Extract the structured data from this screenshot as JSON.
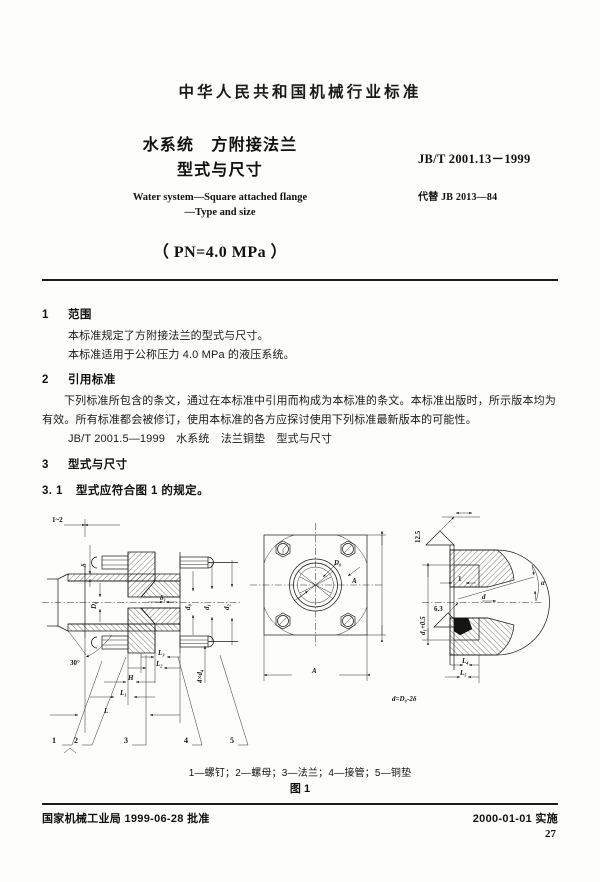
{
  "header": {
    "organization": "中华人民共和国机械行业标准",
    "title_line1": "水系统　方附接法兰",
    "title_line2": "型式与尺寸",
    "standard_number": "JB/T  2001.13－1999",
    "replaces": "代替 JB 2013—84",
    "title_en_line1": "Water system—Square attached flange",
    "title_en_line2": "—Type and size",
    "pressure_rating": "（ PN=4.0 MPa ）"
  },
  "sections": {
    "s1": {
      "num": "1",
      "title": "范围"
    },
    "s1_p1": "本标准规定了方附接法兰的型式与尺寸。",
    "s1_p2": "本标准适用于公称压力 4.0 MPa 的液压系统。",
    "s2": {
      "num": "2",
      "title": "引用标准"
    },
    "s2_p1": "下列标准所包含的条文，通过在本标准中引用而构成为本标准的条文。本标准出版时，所示版本均为有效。所有标准都会被修订，使用本标准的各方应探讨使用下列标准最新版本的可能性。",
    "s2_ref": "JB/T  2001.5—1999　水系统　法兰铜垫　型式与尺寸",
    "s3": {
      "num": "3",
      "title": "型式与尺寸"
    },
    "s3_1": {
      "num": "3. 1",
      "text": "型式应符合图 1 的规定。"
    }
  },
  "figure": {
    "caption_legend": "1—螺钉；2—螺母；3—法兰；4—接管；5—铜垫",
    "caption_number": "图 1",
    "note_right": "d=D₀-2δ",
    "callouts": [
      "1",
      "2",
      "3",
      "4",
      "5"
    ],
    "dims_left": {
      "gap": "1~2",
      "wall": "δ",
      "bore": "D₀",
      "flange_thk": "δ₁",
      "bolt_circle": "d₀",
      "d1": "d₁",
      "d2": "d₂",
      "bolt_count": "4×d₄",
      "chamfer_angle": "30°",
      "L3": "L₃",
      "L2": "L₂",
      "H": "H",
      "L1": "L₁",
      "L": "L"
    },
    "dims_mid": {
      "bore": "D₀",
      "across": "A",
      "side": "A"
    },
    "dims_right": {
      "rough_top": "12.5",
      "rough_mid": "6.3",
      "seat_dia": "d₁+0.5",
      "seat_depth": "1",
      "d_label": "d",
      "angle": "α",
      "L4": "L₄",
      "L5": "L₅"
    }
  },
  "footer": {
    "approval": "国家机械工业局 1999-06-28 批准",
    "implementation": "2000-01-01 实施",
    "page": "27"
  }
}
